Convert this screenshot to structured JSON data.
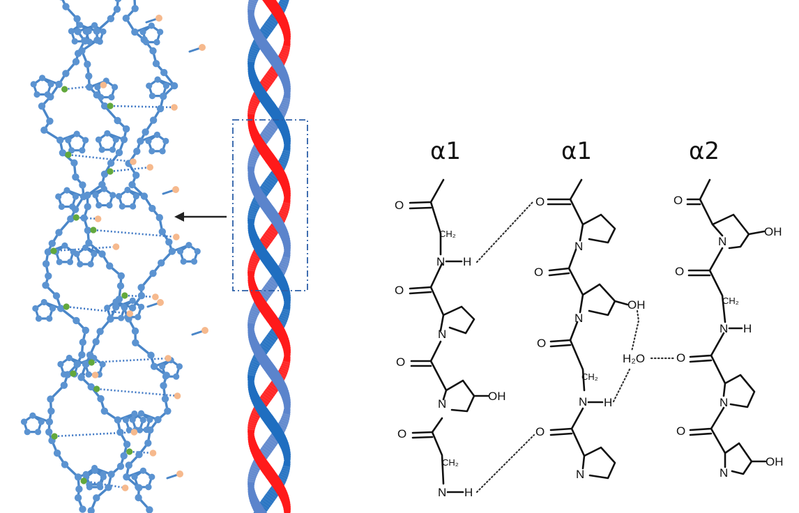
{
  "labels": {
    "chain_1": "α1",
    "chain_2": "α1",
    "chain_3": "α2"
  },
  "atoms": {
    "oxygen": "O",
    "nitrogen": "N",
    "hydrogen": "H",
    "ch2": "CH₂",
    "hydroxyl": "OH",
    "water": "H₂O"
  },
  "colors": {
    "model_bond": "#4a86c8",
    "model_atom_blue": "#5b93d1",
    "model_atom_green": "#62a83c",
    "model_atom_orange": "#f6b98d",
    "model_hbond": "#3c76c4",
    "strand_red": "#ff1a1a",
    "strand_blue": "#1f6ec0",
    "strand_light_blue": "#5b84cc",
    "box_border": "#2b5ea8",
    "arrow": "#222222",
    "chemistry": "#111111"
  }
}
